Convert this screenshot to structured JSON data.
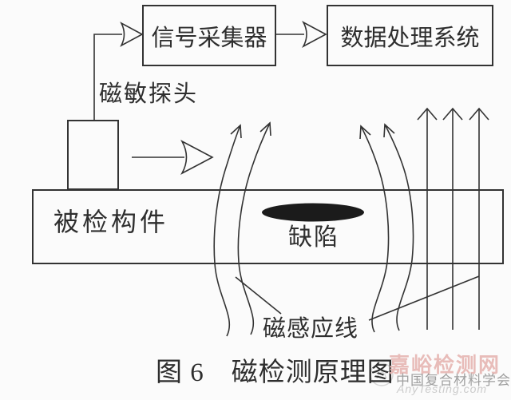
{
  "diagram": {
    "boxes": {
      "signal_collector": "信号采集器",
      "data_processing": "数据处理系统"
    },
    "labels": {
      "probe": "磁敏探头",
      "component": "被检构件",
      "defect": "缺陷",
      "field_lines": "磁感应线"
    },
    "caption": "图 6　磁检测原理图"
  },
  "watermark": {
    "site_name": "嘉峪检测网",
    "org_name": "中国复合材料学会",
    "site_url": "AnyTesting.com"
  },
  "colors": {
    "line": "#333333",
    "bg": "#fbfbfb",
    "defect_fill": "#1b1b1b",
    "watermark_site": "#e6b6b2",
    "watermark_org": "#8f8f8f",
    "watermark_url": "#c6c6c6"
  }
}
